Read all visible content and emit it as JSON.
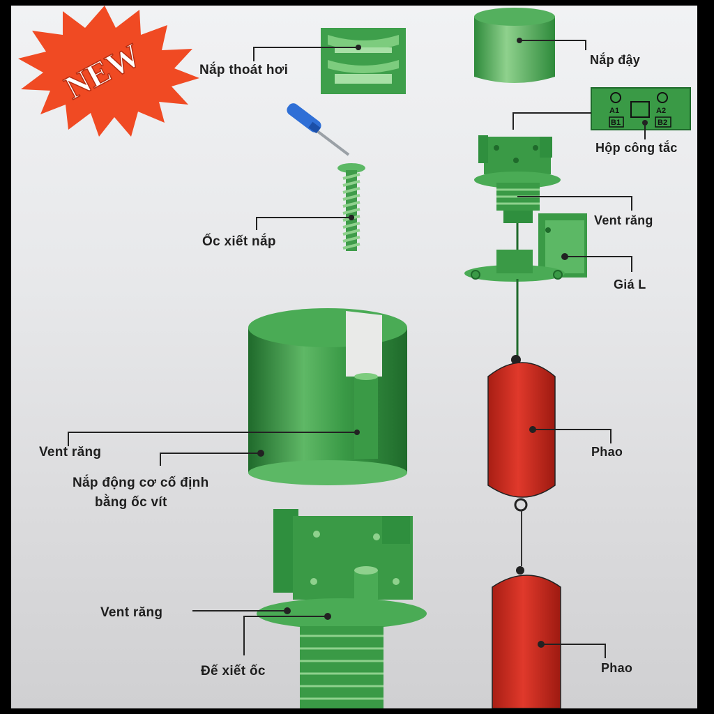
{
  "badge": {
    "text": "NEW",
    "color": "#f04a23"
  },
  "colors": {
    "green": "#2f8f3e",
    "green_dark": "#1f6a2b",
    "green_light": "#6cbf6a",
    "float_red": "#c9281b",
    "line": "#222222"
  },
  "labels": {
    "vent_cap": "Nắp thoát hơi",
    "cover": "Nắp đậy",
    "switch_box": "Hộp công tắc",
    "cap_screw": "Ốc xiết nắp",
    "gear_vent_top": "Vent răng",
    "l_bracket": "Giá L",
    "gear_vent_mid": "Vent răng",
    "motor_cover_line1": "Nắp động cơ cố định",
    "motor_cover_line2": "bằng ốc vít",
    "float_upper": "Phao",
    "gear_vent_bottom": "Vent răng",
    "screw_base": "Đế xiết ốc",
    "float_lower": "Phao"
  },
  "terminals": [
    "A1",
    "A2",
    "B1",
    "B2"
  ],
  "icons": [
    "screwdriver-icon"
  ]
}
